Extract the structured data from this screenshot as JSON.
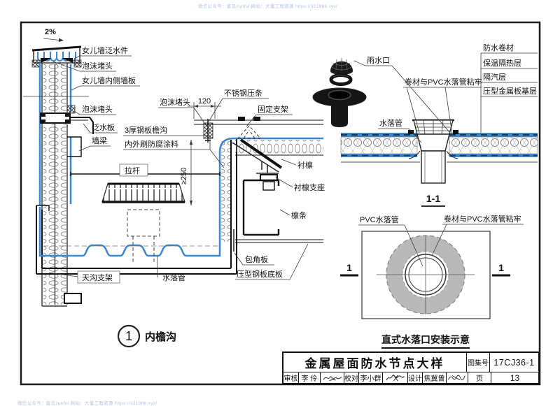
{
  "watermark": {
    "text": "微信公众号：直见zunful  网站：大量工程资源 https://321986.xyz/"
  },
  "detail1": {
    "number": "1",
    "caption": "内檐沟",
    "slope_label": "2%",
    "dim_120": "120",
    "dim_250": "≥250",
    "labels": {
      "parapet_flashing": "女儿墙泛水件",
      "foam_plug_top": "泡沫堵头",
      "parapet_inner_panel": "女儿墙内侧墙板",
      "foam_plug_mid": "泡沫堵头",
      "flashing_plate": "泛水板",
      "wall_beam": "墙梁",
      "steel_gutter_line1": "3厚钢板檐沟",
      "steel_gutter_line2": "内外刷防腐涂料",
      "tie_rod": "拉杆",
      "gutter_bracket": "天沟支架",
      "downpipe": "水落管",
      "foam_plug_right": "泡沫堵头",
      "stainless_strip": "不锈钢压条",
      "fixed_bracket": "固定支架",
      "lining_purlin": "衬檩",
      "lining_purlin_support": "衬檩支座",
      "purlin": "檩条",
      "corner_wrap_plate": "包角板",
      "profiled_bottom_plate": "压型钢板底板"
    }
  },
  "detail2": {
    "section_label": "1-1",
    "labels": {
      "rain_inlet": "雨水口",
      "membrane_bond": "卷材与PVC水落管粘牢",
      "downpipe": "水落管",
      "waterproof_membrane": "防水卷材",
      "thermal_insulation": "保温隔热层",
      "vapor_barrier": "隔汽层",
      "profiled_metal_base": "压型金属板基层"
    }
  },
  "plan": {
    "caption": "直式水落口安装示意",
    "marker": "1",
    "labels": {
      "pvc_downpipe": "PVC水落管",
      "membrane_bond": "卷材与PVC水落管粘牢"
    }
  },
  "titleblock": {
    "title": "金属屋面防水节点大样",
    "atlas_label": "图集号",
    "atlas_no": "17CJ36-1",
    "page_label": "页",
    "page_no": "13",
    "reviewer_label": "审核",
    "reviewer_name": "李 伶",
    "proofreader_label": "校对",
    "proofreader_name": "李小群",
    "designer_label": "设计",
    "designer_name": "焦冀曾"
  },
  "colors": {
    "membrane_blue": "#3d86cd",
    "watermark_blue": "#b3c1e6"
  }
}
